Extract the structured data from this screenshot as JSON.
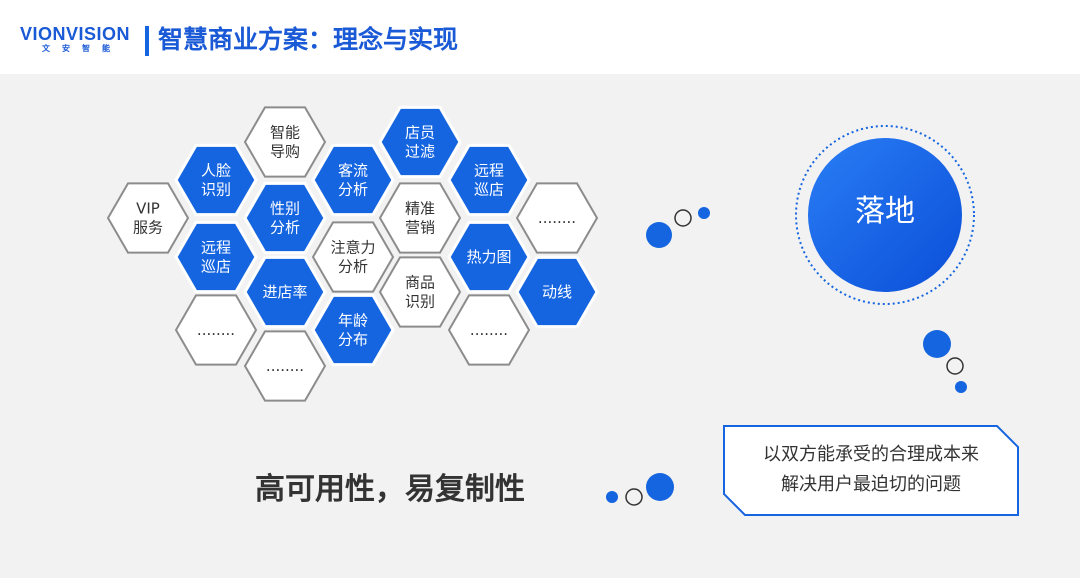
{
  "header": {
    "logo_text": "VIONVISION",
    "logo_sub": [
      "文",
      "安",
      "智",
      "能"
    ],
    "title": "智慧商业方案：理念与实现"
  },
  "hexagons": [
    {
      "lines": [
        "智能",
        "导购"
      ],
      "style": "outline"
    },
    {
      "lines": [
        "店员",
        "过滤"
      ],
      "style": "filled"
    },
    {
      "lines": [
        "人脸",
        "识别"
      ],
      "style": "filled"
    },
    {
      "lines": [
        "客流",
        "分析"
      ],
      "style": "filled"
    },
    {
      "lines": [
        "远程",
        "巡店"
      ],
      "style": "filled"
    },
    {
      "lines": [
        "VIP",
        "服务"
      ],
      "style": "outline"
    },
    {
      "lines": [
        "性别",
        "分析"
      ],
      "style": "filled"
    },
    {
      "lines": [
        "精准",
        "营销"
      ],
      "style": "outline"
    },
    {
      "lines": [
        "........"
      ],
      "style": "outline"
    },
    {
      "lines": [
        "远程",
        "巡店"
      ],
      "style": "filled"
    },
    {
      "lines": [
        "注意力",
        "分析"
      ],
      "style": "outline"
    },
    {
      "lines": [
        "热力图"
      ],
      "style": "filled"
    },
    {
      "lines": [
        "进店率"
      ],
      "style": "filled"
    },
    {
      "lines": [
        "商品",
        "识别"
      ],
      "style": "outline"
    },
    {
      "lines": [
        "动线"
      ],
      "style": "filled"
    },
    {
      "lines": [
        "........"
      ],
      "style": "outline"
    },
    {
      "lines": [
        "年龄",
        "分布"
      ],
      "style": "filled"
    },
    {
      "lines": [
        "........"
      ],
      "style": "outline"
    },
    {
      "lines": [
        "........"
      ],
      "style": "outline"
    }
  ],
  "landing": {
    "label": "落地"
  },
  "slogan": "高可用性，易复制性",
  "callout": {
    "line1": "以双方能承受的合理成本来",
    "line2": "解决用户最迫切的问题"
  },
  "colors": {
    "accent": "#1565e0",
    "outline": "#8c8c8c",
    "text_dark": "#333333"
  }
}
